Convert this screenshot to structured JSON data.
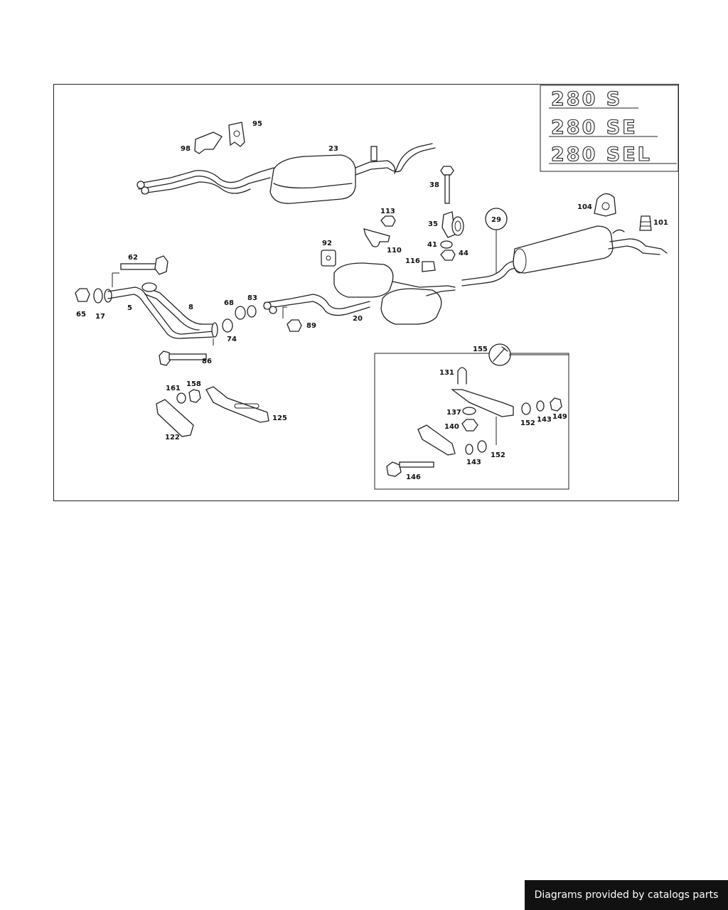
{
  "emblems": [
    "280 S",
    "280 SE",
    "280 SEL"
  ],
  "labels": {
    "l23": "23",
    "l95": "95",
    "l98": "98",
    "l38": "38",
    "l113": "113",
    "l29": "29",
    "l104": "104",
    "l101": "101",
    "l35": "35",
    "l110": "110",
    "l92": "92",
    "l41": "41",
    "l44": "44",
    "l116": "116",
    "l62": "62",
    "l65": "65",
    "l17": "17",
    "l5": "5",
    "l8": "8",
    "l68": "68",
    "l83": "83",
    "l89": "89",
    "l20": "20",
    "l74": "74",
    "l86": "86",
    "l155": "155",
    "l131": "131",
    "l161": "161",
    "l158": "158",
    "l125": "125",
    "l122": "122",
    "l137": "137",
    "l140": "140",
    "l152a": "152",
    "l143a": "143",
    "l149": "149",
    "l143b": "143",
    "l152b": "152",
    "l146": "146"
  },
  "footer": {
    "text": "Diagrams provided by catalogs parts"
  }
}
